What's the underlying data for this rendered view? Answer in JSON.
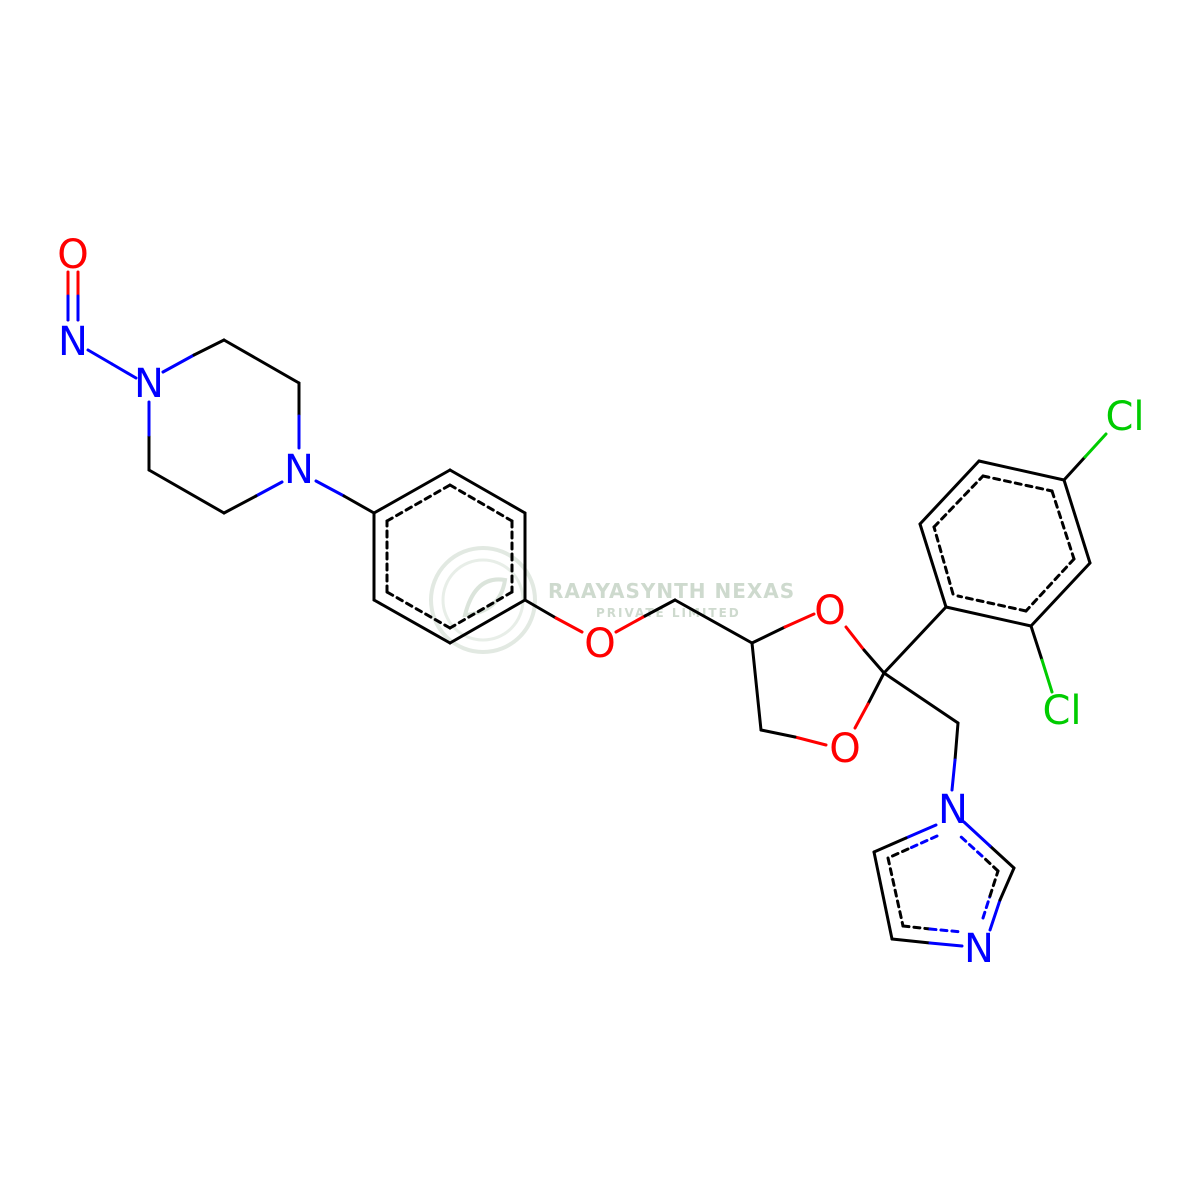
{
  "colors": {
    "carbon": "#000000",
    "nitrogen": "#0000ff",
    "oxygen": "#ff0000",
    "chlorine": "#00cc00",
    "watermark": "#c9d6c9"
  },
  "labels": {
    "o_nitroso": "O",
    "n_nitroso": "N",
    "n_pip1": "N",
    "n_pip4": "N",
    "o_ether": "O",
    "o_diox_top": "O",
    "o_diox_bot": "O",
    "cl_para": "Cl",
    "cl_ortho": "Cl",
    "n_imid1": "N",
    "n_imid3": "N"
  },
  "watermark": {
    "title": "RAAYASYNTH NEXAS",
    "subtitle": "PRIVATE LIMITED"
  }
}
